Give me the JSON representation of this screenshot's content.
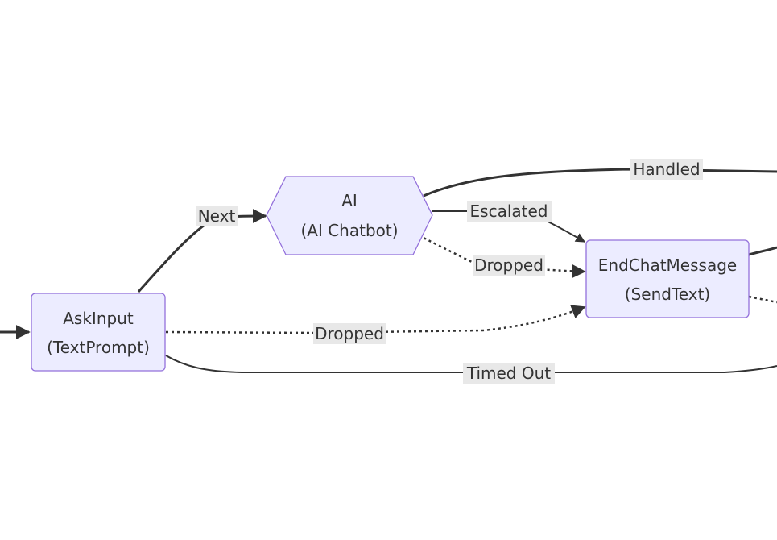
{
  "nodes": {
    "ask_input": {
      "line1": "AskInput",
      "line2": "(TextPrompt)"
    },
    "ai": {
      "line1": "AI",
      "line2": "(AI Chatbot)"
    },
    "end_chat": {
      "line1": "EndChatMessage",
      "line2": "(SendText)"
    }
  },
  "edges": {
    "next": "Next",
    "handled": "Handled",
    "escalated": "Escalated",
    "dropped_ai": "Dropped",
    "dropped_ask": "Dropped",
    "timed_out": "Timed Out"
  },
  "colors": {
    "node_fill": "#ececff",
    "node_stroke": "#9370db",
    "edge": "#333333",
    "label_bg": "#e8e8e8"
  }
}
